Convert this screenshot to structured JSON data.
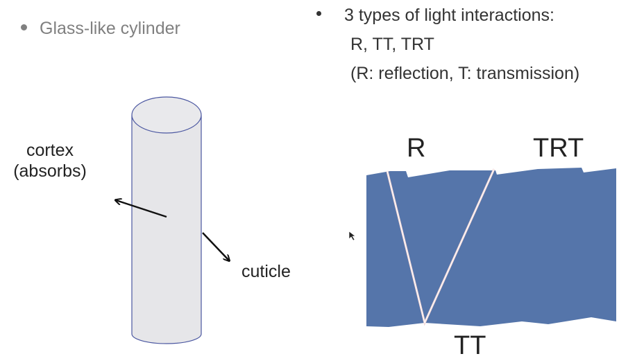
{
  "left_bullet": {
    "text": "Glass-like cylinder"
  },
  "right_bullet": {
    "line1": "3 types of light interactions:",
    "line2": "R, TT, TRT",
    "line3": "(R: reflection, T: transmission)"
  },
  "cylinder_diagram": {
    "label_cortex_line1": "cortex",
    "label_cortex_line2": "(absorbs)",
    "label_cuticle": "cuticle"
  },
  "hair_diagram": {
    "label_R": "R",
    "label_TRT": "TRT",
    "label_TT": "TT",
    "fiber_color": "#5575aa",
    "ray_color": "#f2d6d6"
  },
  "colors": {
    "cylinder_fill": "#e6e6e9",
    "cylinder_outline": "#4a56a0"
  }
}
